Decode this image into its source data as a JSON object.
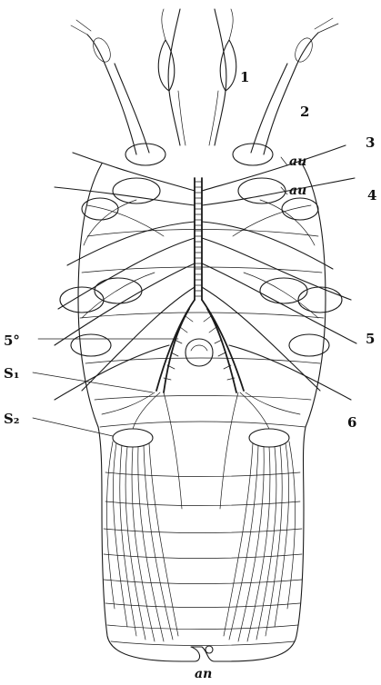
{
  "labels": {
    "l1": "1",
    "l2": "2",
    "l3": "3",
    "l4": "4",
    "l5": "5",
    "l6": "6",
    "au_upper": "au",
    "au_lower": "au",
    "s5": "5°",
    "s1": "S₁",
    "s2": "S₂",
    "an": "an"
  }
}
